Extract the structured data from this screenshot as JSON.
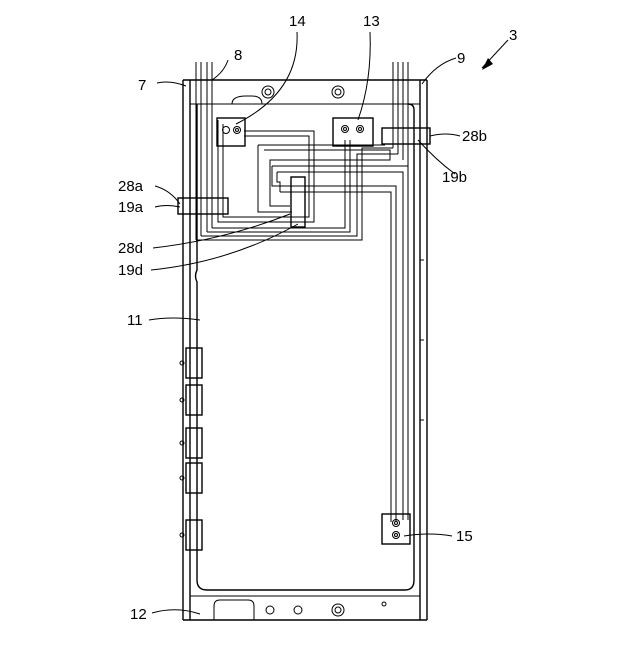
{
  "figure": {
    "ref_numeral": "3",
    "labels": {
      "l7": "7",
      "l8": "8",
      "l14": "14",
      "l13": "13",
      "l9": "9",
      "l28a": "28a",
      "l19a": "19a",
      "l28b": "28b",
      "l19b": "19b",
      "l28d": "28d",
      "l19d": "19d",
      "l11": "11",
      "l15": "15",
      "l12": "12"
    }
  }
}
